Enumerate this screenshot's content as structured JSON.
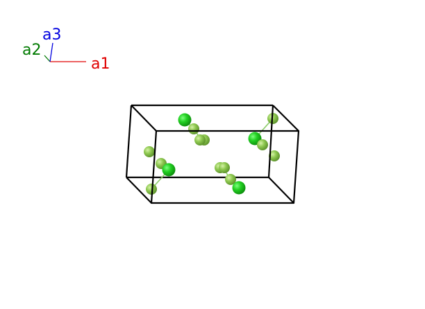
{
  "axes": {
    "a1": {
      "label": "a1",
      "color": "#e00000"
    },
    "a2": {
      "label": "a2",
      "color": "#007a00"
    },
    "a3": {
      "label": "a3",
      "color": "#0000e0"
    }
  },
  "colors": {
    "cell_edge": "#000000",
    "atom_dark": "#1ec81e",
    "atom_light": "#88c24a",
    "bond": "#8ccc6a"
  }
}
